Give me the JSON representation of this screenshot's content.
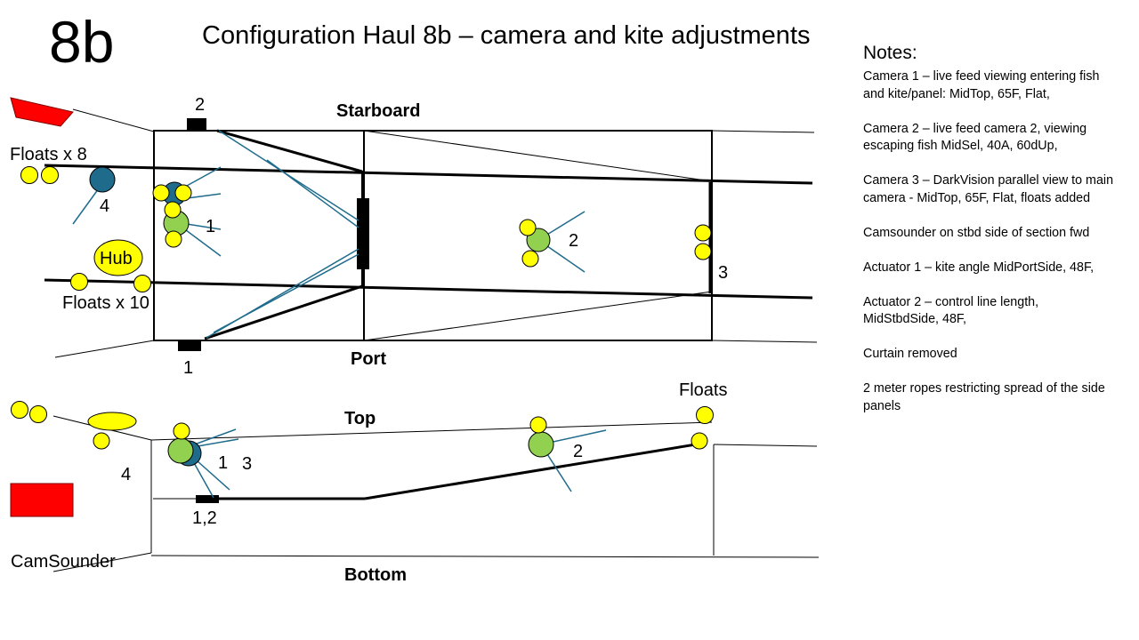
{
  "slide": {
    "number": "8b",
    "title": "Configuration Haul 8b – camera and kite adjustments"
  },
  "diagram": {
    "upper_view": {
      "starboard_label": "Starboard",
      "port_label": "Port",
      "actuator_top_label": "2",
      "actuator_bottom_label": "1",
      "floats_upper_label": "Floats x 8",
      "floats_lower_label": "Floats x 10",
      "hub_label": "Hub",
      "camera_4_label": "4",
      "camera_1_label": "1",
      "camera_2_label": "2",
      "camera_3_label": "3"
    },
    "lower_view": {
      "top_label": "Top",
      "bottom_label": "Bottom",
      "floats_label": "Floats",
      "camera_4_label": "4",
      "camera_1_label": "1",
      "camera_3_label": "3",
      "camera_2_label": "2",
      "actuator_label": "1,2",
      "camsounder_label": "CamSounder"
    },
    "colors": {
      "float": "#ffff00",
      "camera_green": "#92d050",
      "camera_blue": "#1f6b8c",
      "cable": "#1f6b8c",
      "marker": "#ff0000",
      "line": "#000000"
    }
  },
  "notes": {
    "heading": "Notes:",
    "items": [
      "Camera 1 – live feed viewing entering fish and kite/panel: MidTop, 65F, Flat,",
      "Camera 2 – live feed camera 2, viewing escaping fish MidSel, 40A, 60dUp,",
      "Camera 3 – DarkVision parallel view to main camera - MidTop, 65F, Flat, floats added",
      "Camsounder on stbd side of section fwd",
      "Actuator 1 – kite angle MidPortSide, 48F,",
      "Actuator 2 – control line length, MidStbdSide, 48F,",
      "Curtain removed",
      "2 meter ropes restricting spread of the side panels"
    ]
  }
}
